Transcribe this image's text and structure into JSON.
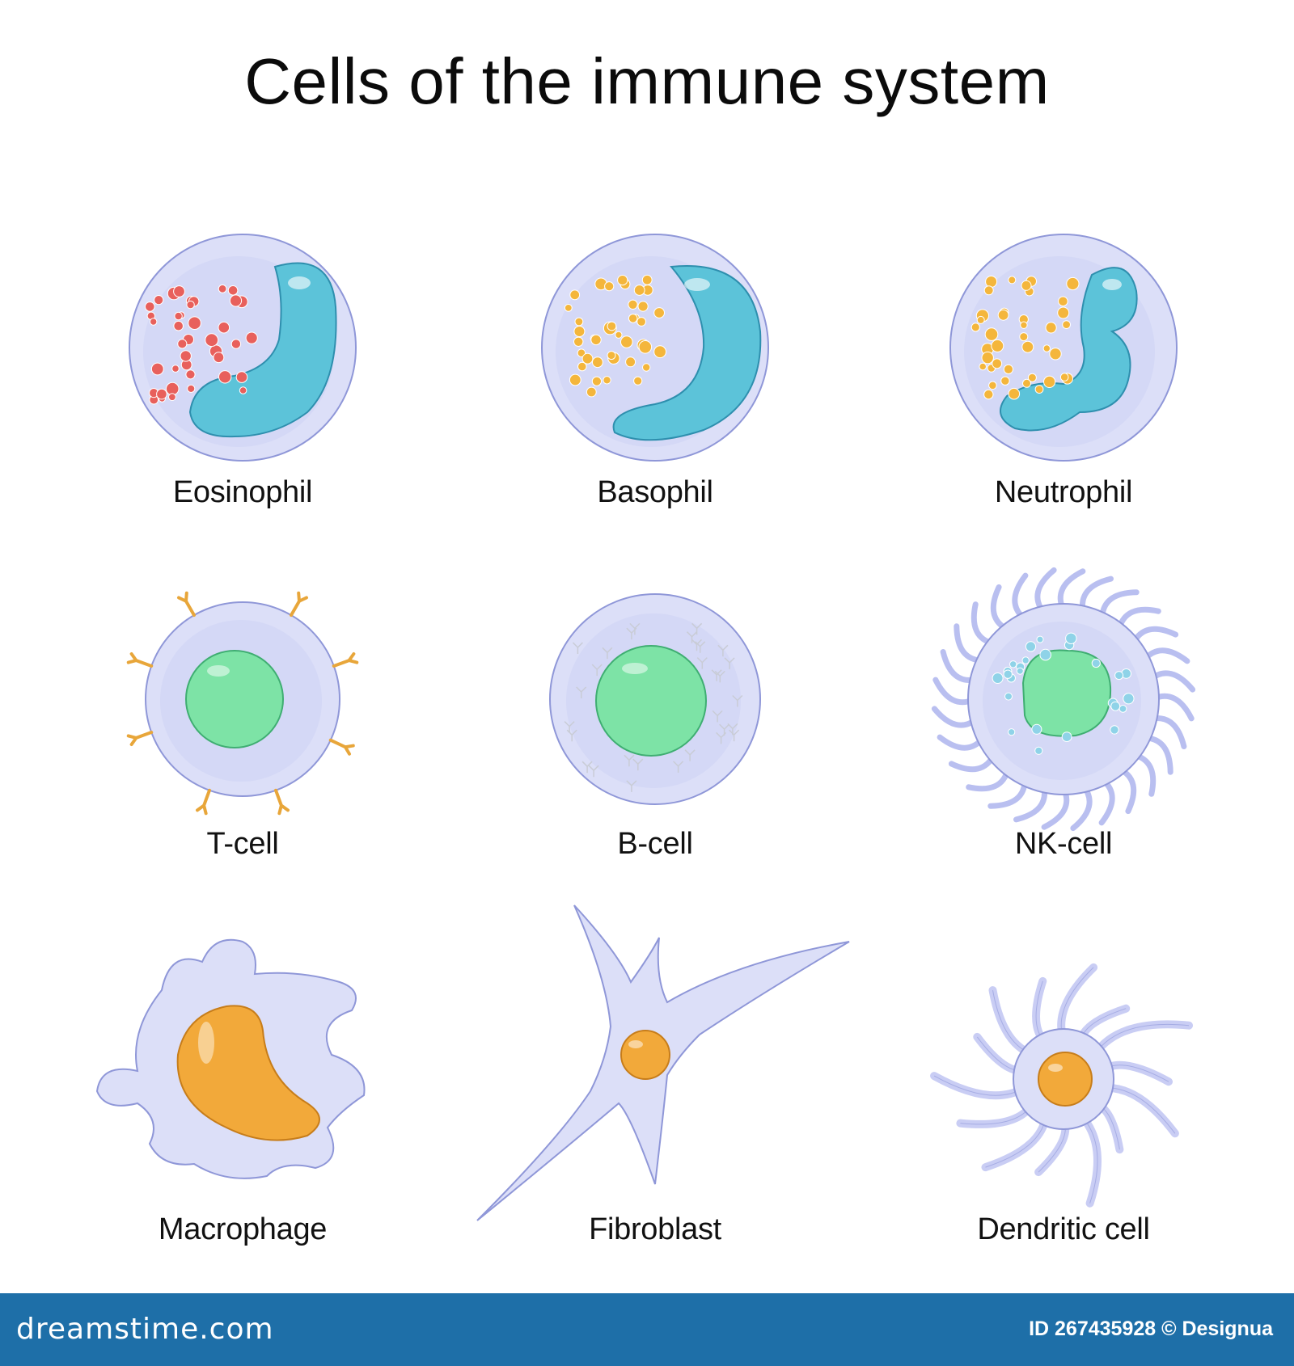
{
  "title": "Cells of the immune system",
  "cells": [
    {
      "label": "Eosinophil",
      "granule_color": "#e8605c"
    },
    {
      "label": "Basophil",
      "granule_color": "#f4b63c"
    },
    {
      "label": "Neutrophil",
      "granule_color": "#f4b63c"
    },
    {
      "label": "T-cell",
      "receptor_color": "#e8a63a"
    },
    {
      "label": "B-cell",
      "receptor_color": "#c9ccd6"
    },
    {
      "label": "NK-cell",
      "granule_color": "#8fd3e8"
    },
    {
      "label": "Macrophage",
      "nucleus_color": "#f2a93a"
    },
    {
      "label": "Fibroblast",
      "nucleus_color": "#f2a93a"
    },
    {
      "label": "Dendritic cell",
      "nucleus_color": "#f2a93a"
    }
  ],
  "colors": {
    "cytoplasm": "#dcdff8",
    "cytoplasm_edge": "#8f97d8",
    "nucleus_lobed": "#5cc3d9",
    "nucleus_round": "#7de3a6",
    "footer_bg": "#1e6fa8"
  },
  "footer": {
    "brand": "dreamstime.com",
    "id_text": "ID 267435928 © Designua"
  }
}
